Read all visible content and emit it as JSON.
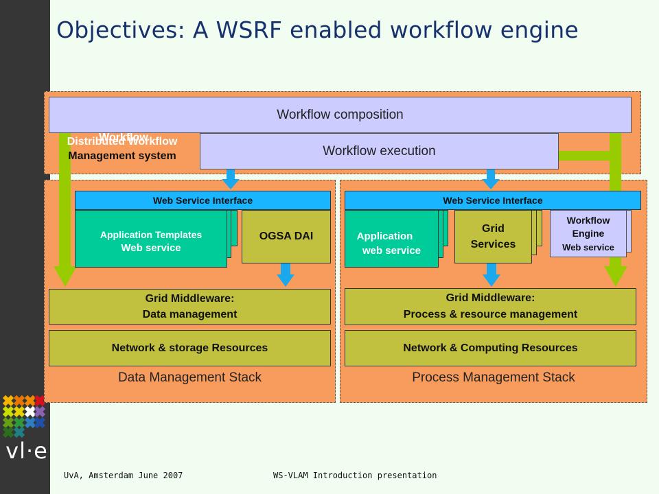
{
  "slide": {
    "title": "Objectives: A WSRF enabled workflow engine",
    "logo_text": "vl·e",
    "footer_left": "UvA, Amsterdam June 2007",
    "footer_center": "WS-VLAM Introduction presentation"
  },
  "diagram": {
    "workflow_composition": "Workflow composition",
    "workflow_execution": "Workflow execution",
    "dwms_line1": "Distributed Workflow",
    "dwms_line2": "Management system",
    "dwms_overlap": "Workflow",
    "left_stack": {
      "label": "Data Management Stack",
      "web_service_interface": "Web Service Interface",
      "app_templates_line1": "Application Templates",
      "app_templates_line2": "Web service",
      "ogsa_dai": "OGSA DAI",
      "middleware_line1": "Grid Middleware:",
      "middleware_line2": "Data management",
      "resources": "Network & storage Resources"
    },
    "right_stack": {
      "label": "Process Management Stack",
      "web_service_interface": "Web Service Interface",
      "application_line1": "Application",
      "application_line2": "web service",
      "grid_services_line1": "Grid",
      "grid_services_line2": "Services",
      "workflow_engine_line1": "Workflow",
      "workflow_engine_line2": "Engine",
      "workflow_engine_line3": "Web service",
      "middleware_line1": "Grid Middleware:",
      "middleware_line2": "Process & resource management",
      "resources": "Network & Computing Resources"
    },
    "colors": {
      "panel": "#f79c5c",
      "lavender": "#ccccff",
      "web_service_blue": "#19b5ff",
      "teal": "#00cc99",
      "olive": "#c1c13f",
      "green_arrow": "#99cc00",
      "blue_arrow": "#1ba8ec",
      "title": "#17306e"
    }
  }
}
